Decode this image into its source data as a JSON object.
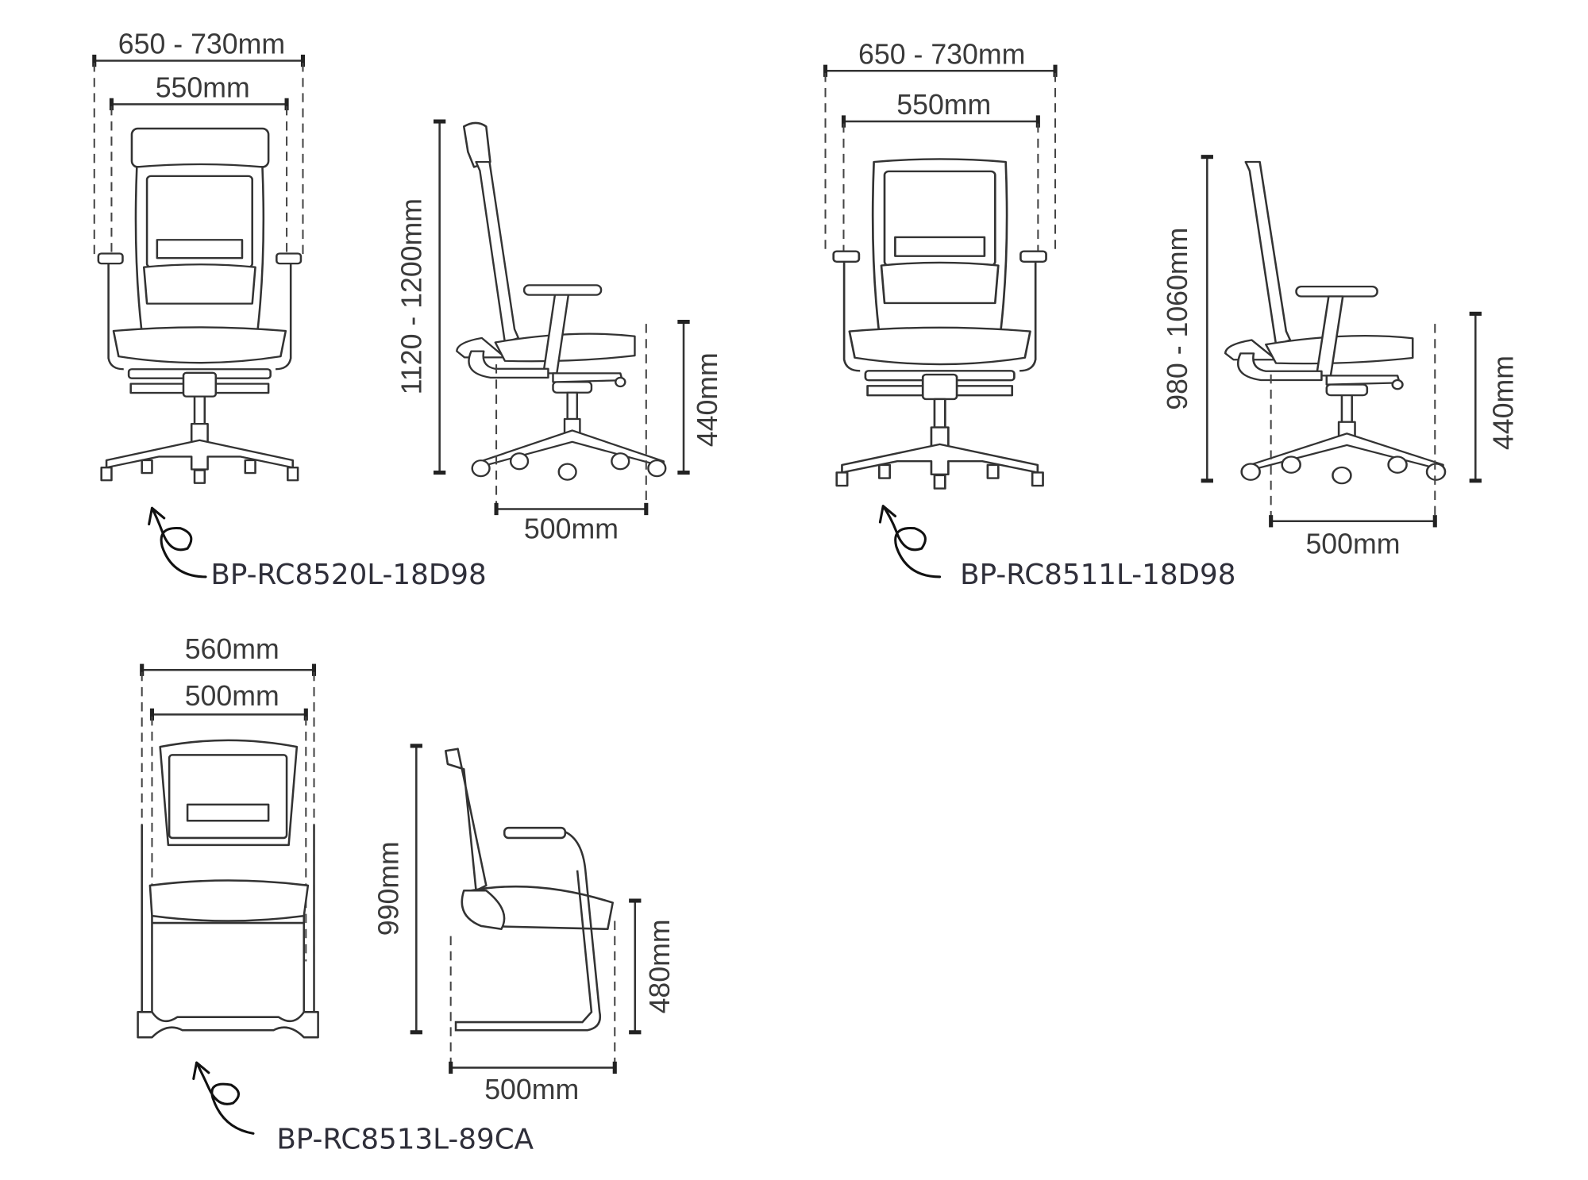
{
  "products": [
    {
      "model": "BP-RC8520L-18D98",
      "overall_width": "650 - 730mm",
      "seat_width": "550mm",
      "height": "1120 - 1200mm",
      "seat_height": "440mm",
      "depth": "500mm"
    },
    {
      "model": "BP-RC8511L-18D98",
      "overall_width": "650 - 730mm",
      "seat_width": "550mm",
      "height": "980 - 1060mm",
      "seat_height": "440mm",
      "depth": "500mm"
    },
    {
      "model": "BP-RC8513L-89CA",
      "overall_width": "560mm",
      "seat_width": "500mm",
      "height": "990mm",
      "seat_height": "480mm",
      "depth": "500mm"
    }
  ],
  "colors": {
    "line": "#333333",
    "text": "#3a3a3a"
  }
}
